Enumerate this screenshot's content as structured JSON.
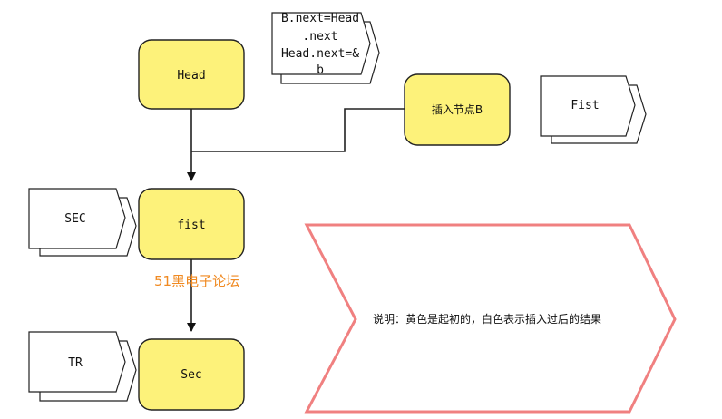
{
  "nodes": {
    "head": {
      "label": "Head",
      "fill": "#fdf27a"
    },
    "insert_b": {
      "label": "插入节点B",
      "fill": "#fdf27a"
    },
    "fist": {
      "label": "fist",
      "fill": "#fdf27a"
    },
    "sec": {
      "label": "Sec",
      "fill": "#fdf27a"
    }
  },
  "docs": {
    "code_note": {
      "lines": [
        "B.next=Head",
        ".next",
        "Head.next=&",
        "b"
      ]
    },
    "fist_white": {
      "label": "Fist"
    },
    "sec_white": {
      "label": "SEC"
    },
    "tr_white": {
      "label": "TR"
    }
  },
  "explanation": {
    "text": "说明：黄色是起初的，白色表示插入过后的结果",
    "border": "#f08080"
  },
  "watermark": {
    "text": "51黑电子论坛"
  }
}
